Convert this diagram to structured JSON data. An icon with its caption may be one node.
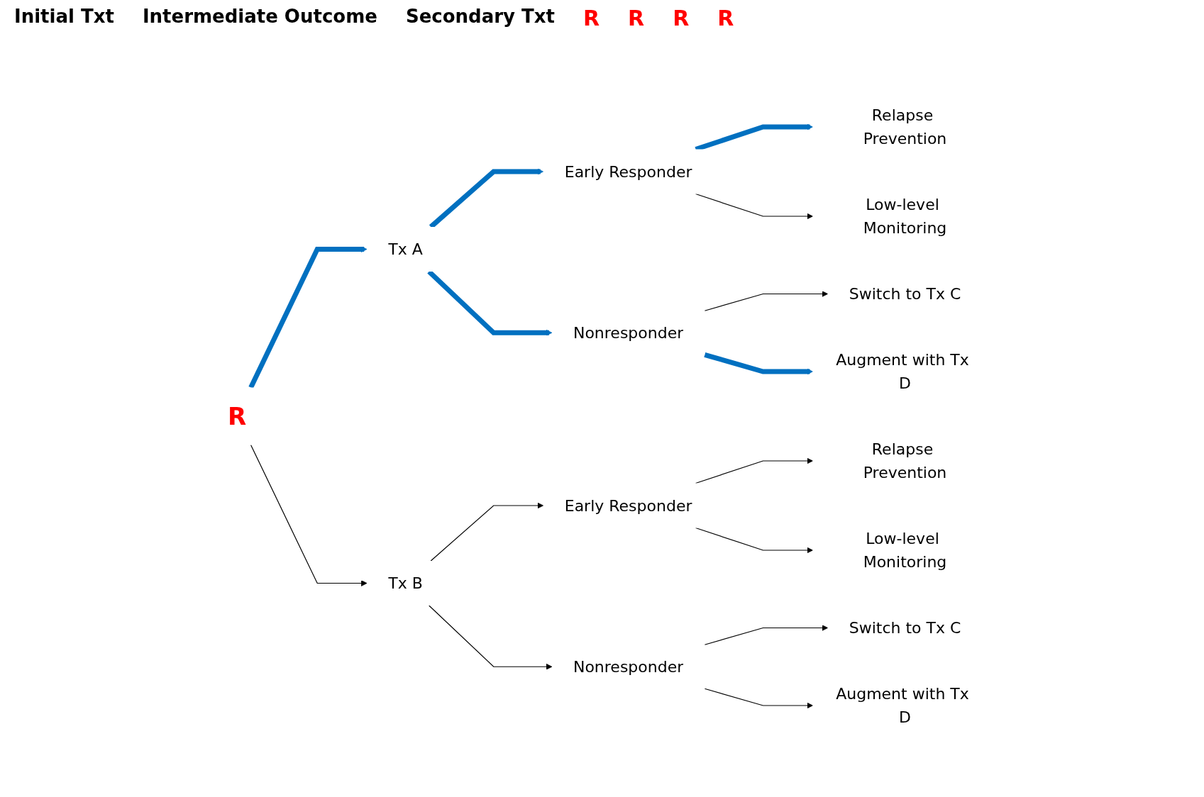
{
  "diagram": {
    "nodes": [
      {
        "text": [
          "R"
        ]
      },
      {
        "text": [
          "Tx A"
        ]
      },
      {
        "text": [
          "Tx B"
        ]
      },
      {
        "text": [
          "Early Responder"
        ]
      },
      {
        "text": [
          "Nonresponder"
        ]
      },
      {
        "text": [
          "Early Responder"
        ]
      },
      {
        "text": [
          "Nonresponder"
        ]
      },
      {
        "text": [
          "Relapse Prevention"
        ]
      },
      {
        "text": [
          "Low-level Monitoring"
        ]
      },
      {
        "text": [
          "Switch to Tx C"
        ]
      },
      {
        "text": [
          "Augment with Tx D"
        ]
      },
      {
        "text": [
          "Relapse Prevention"
        ]
      },
      {
        "text": [
          "Low-level Monitoring"
        ]
      },
      {
        "text": [
          "Switch to Tx C"
        ]
      },
      {
        "text": [
          "Augment with Tx D"
        ]
      }
    ],
    "edges": [
      {
        "from": 0,
        "to": 1,
        "arrow": "to",
        "style": "thick",
        "color": "#0070c0"
      },
      {
        "from": 0,
        "to": 2,
        "arrow": "to"
      },
      {
        "from": 1,
        "to": 3,
        "arrow": "to",
        "style": "thick",
        "color": "#0070c0"
      },
      {
        "from": 1,
        "to": 4,
        "arrow": "to",
        "style": "thick",
        "color": "#0070c0"
      },
      {
        "from": 2,
        "to": 5,
        "arrow": "to"
      },
      {
        "from": 2,
        "to": 6,
        "arrow": "to"
      },
      {
        "from": 3,
        "to": 7,
        "arrow": "to",
        "style": "thick",
        "color": "#0070c0"
      },
      {
        "from": 3,
        "to": 8,
        "arrow": "to"
      },
      {
        "from": 4,
        "to": 9,
        "arrow": "to"
      },
      {
        "from": 4,
        "to": 10,
        "arrow": "to",
        "style": "thick",
        "color": "#0070c0"
      },
      {
        "from": 5,
        "to": 11,
        "arrow": "to"
      },
      {
        "from": 5,
        "to": 12,
        "arrow": "to"
      },
      {
        "from": 6,
        "to": 13,
        "arrow": "to"
      },
      {
        "from": 6,
        "to": 14,
        "arrow": "to"
      }
    ],
    "labels": [
      "Initial Txt",
      "Intermediate Outcome",
      "Secondary Txt",
      "R",
      "R",
      "R",
      "R"
    ]
  }
}
